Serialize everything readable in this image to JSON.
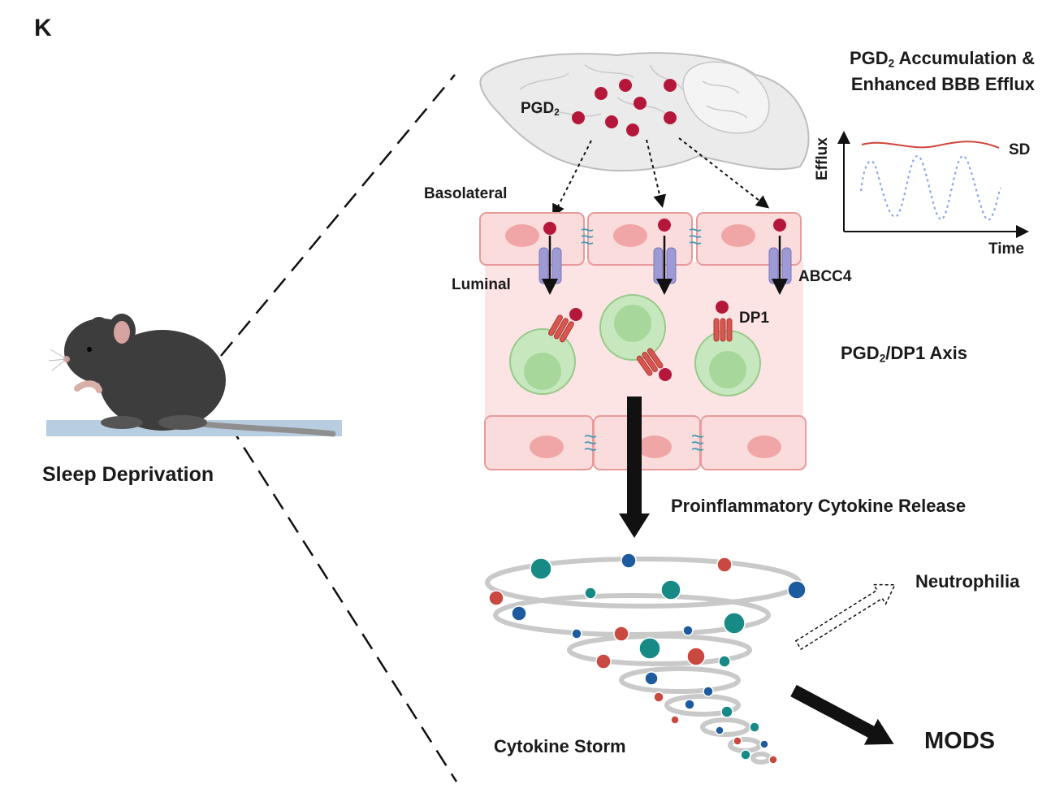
{
  "panel_letter": "K",
  "left": {
    "caption": "Sleep Deprivation"
  },
  "brain": {
    "pgd2_label": "PGD",
    "pgd2_sub": "2"
  },
  "accumulation_title": {
    "line1_pre": "PGD",
    "line1_sub": "2",
    "line1_post": " Accumulation &",
    "line2": "Enhanced BBB Efflux"
  },
  "inset_plot": {
    "ylabel": "Efflux",
    "xlabel": "Time",
    "series_label": "SD"
  },
  "barrier": {
    "basolateral": "Basolateral",
    "luminal": "Luminal",
    "transporter": "ABCC4",
    "receptor": "DP1"
  },
  "axis_label": {
    "pre": "PGD",
    "sub": "2",
    "post": "/DP1 Axis"
  },
  "release_label": "Proinflammatory Cytokine Release",
  "storm": {
    "caption": "Cytokine Storm",
    "neutrophilia": "Neutrophilia",
    "mods": "MODS"
  },
  "colors": {
    "pgd2": "#b5173a",
    "endothelium": "#fbdcdc",
    "endothelium_border": "#e89a9a",
    "nucleus": "#f0a6a6",
    "cell": "#c7e8bf",
    "cell_core": "#a7d79b",
    "transporter": "#9d9ad6",
    "receptor": "#d9554f",
    "plot_sd": "#d0453d",
    "plot_dotted": "#8fa7e6",
    "cyto_teal": "#178a86",
    "cyto_blue": "#1e5a9e",
    "cyto_red": "#c9483f",
    "mouse": "#3d3d3d"
  }
}
